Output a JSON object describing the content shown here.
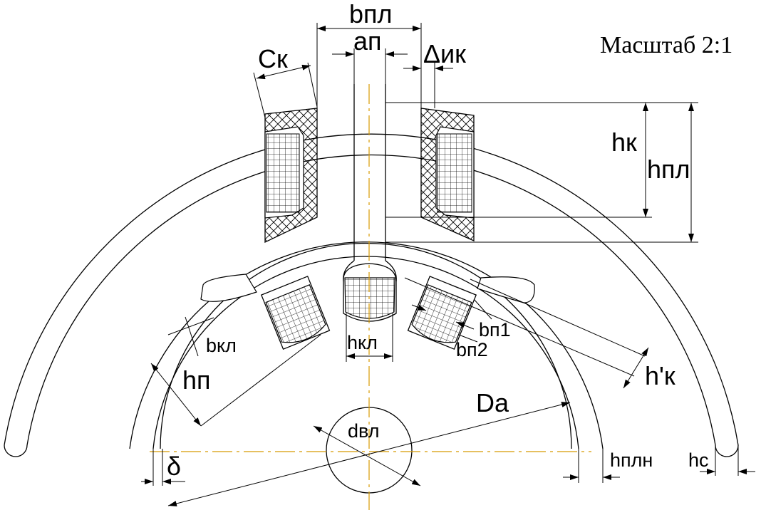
{
  "scale": "Масштаб 2:1",
  "labels": {
    "b_pl": "bпл",
    "a_p": "aп",
    "delta_ik": "Δик",
    "c_k": "Ск",
    "h_k": "hк",
    "h_pl": "hпл",
    "b_p1": "bп1",
    "b_p2": "bп2",
    "h_kl": "hкл",
    "b_kl": "bкл",
    "h_p": "hп",
    "h_k_prime": "h'к",
    "d_a": "Da",
    "d_vl": "dвл",
    "delta": "δ",
    "h_pln": "hплн",
    "h_c": "hс"
  }
}
